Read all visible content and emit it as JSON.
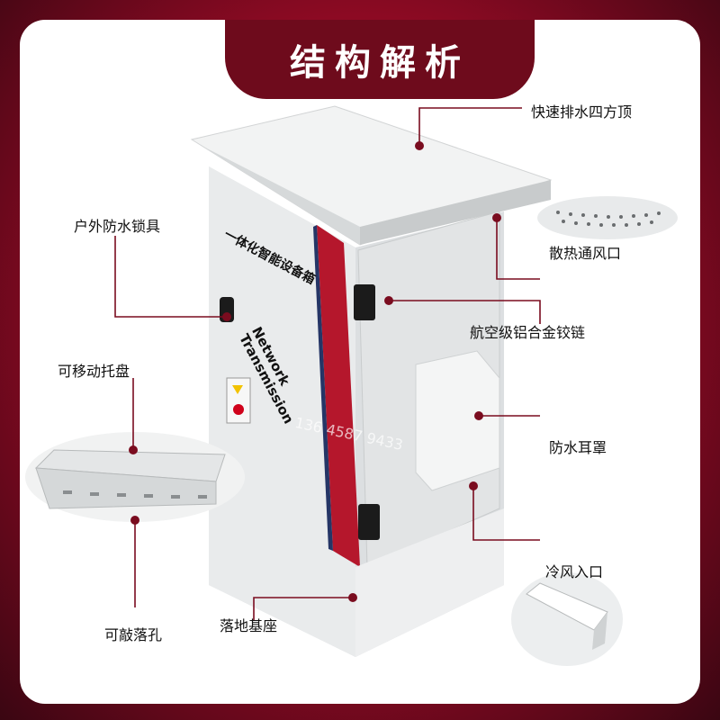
{
  "title": "结构解析",
  "labels": {
    "top": "快速排水四方顶",
    "vent": "散热通风口",
    "lock": "户外防水锁具",
    "hinge": "航空级铝合金铰链",
    "tray": "可移动托盘",
    "ear": "防水耳罩",
    "air_inlet": "冷风入口",
    "knockout": "可敲落孔",
    "base": "落地基座"
  },
  "cabinet": {
    "side_text": "一体化智能设备箱",
    "network_line1": "Network",
    "network_line2": "Transmission",
    "watermark": "136 4587 9433"
  },
  "colors": {
    "accent": "#c7102e",
    "dark": "#6e0b1c",
    "stripe": "#b5172c",
    "cabinet": "#e6e8e9"
  }
}
